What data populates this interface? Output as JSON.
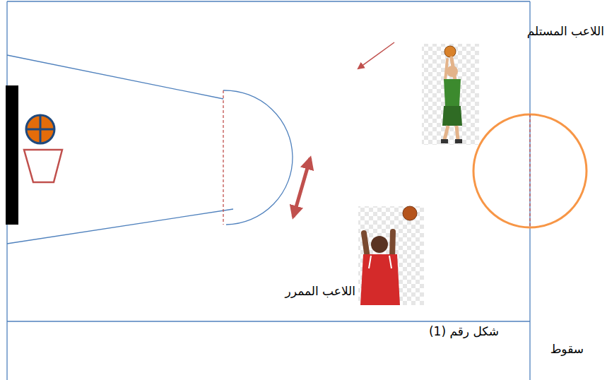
{
  "diagram": {
    "caption": "شكل رقم (1)",
    "labels": [
      "اللاعب المستلم",
      "اللاعب الممرر",
      "سقوط"
    ]
  }
}
